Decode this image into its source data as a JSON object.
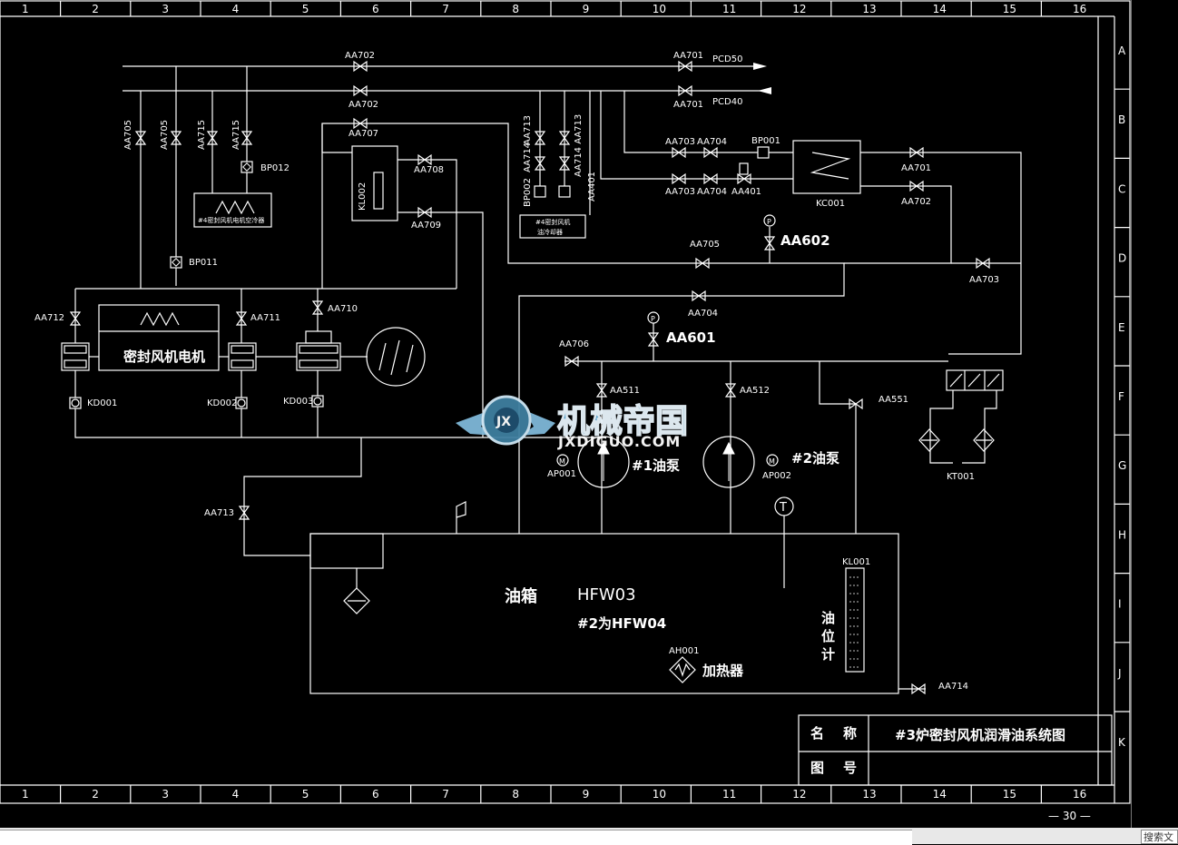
{
  "grid": {
    "columns": [
      "1",
      "2",
      "3",
      "4",
      "5",
      "6",
      "7",
      "8",
      "9",
      "10",
      "11",
      "12",
      "13",
      "14",
      "15",
      "16"
    ],
    "rows": [
      "A",
      "B",
      "C",
      "D",
      "E",
      "F",
      "G",
      "H",
      "I",
      "J",
      "K"
    ]
  },
  "title_block": {
    "name_label_1": "名",
    "name_label_2": "称",
    "number_label_1": "图",
    "number_label_2": "号",
    "title": "#3炉密封风机润滑油系统图",
    "page": "— 30 —"
  },
  "pipes": {
    "pcd50": "PCD50",
    "pcd40": "PCD40"
  },
  "valves": {
    "aa702_top": "AA702",
    "aa701_top": "AA701",
    "aa702_second": "AA702",
    "aa701_second": "AA701",
    "aa705_a": "AA705",
    "aa705_b": "AA705",
    "aa715_a": "AA715",
    "aa715_b": "AA715",
    "aa707": "AA707",
    "aa708": "AA708",
    "aa709": "AA709",
    "aa714_a": "AA714",
    "aa713_a": "AA713",
    "aa714_713": "AA714 AA713",
    "aa401_a": "AA401",
    "aa703_a": "AA703",
    "aa704_a": "AA704",
    "aa703_b": "AA703",
    "aa704_b": "AA704",
    "aa401_b": "AA401",
    "aa701_right": "AA701",
    "aa702_right": "AA702",
    "aa705_mid": "AA705",
    "aa602": "AA602",
    "aa703_right": "AA703",
    "aa704_mid": "AA704",
    "aa712": "AA712",
    "aa711": "AA711",
    "aa710": "AA710",
    "aa706": "AA706",
    "aa601": "AA601",
    "aa511": "AA511",
    "aa512": "AA512",
    "aa551": "AA551",
    "aa713_low": "AA713",
    "aa714_low": "AA714"
  },
  "components": {
    "bp012": "BP012",
    "bp011": "BP011",
    "bp001": "BP001",
    "bp002": "BP002",
    "kl002": "KL002",
    "kc001": "KC001",
    "kd001": "KD001",
    "kd002": "KD002",
    "kd003": "KD003",
    "kt001": "KT001",
    "kl001": "KL001",
    "ap001": "AP001",
    "ap002": "AP002",
    "ah001": "AH001",
    "cooler_left": "#4密封风机电机空冷器",
    "cooler_mid_1": "#4密封风机",
    "cooler_mid_2": "油冷却器",
    "motor_label": "密封风机电机",
    "pump1": "#1油泵",
    "pump2": "#2油泵",
    "tank": "油箱",
    "tank_model": "HFW03",
    "tank_model_2": "#2为HFW04",
    "heater": "加热器",
    "level_1": "油",
    "level_2": "位",
    "level_3": "计"
  },
  "watermark": {
    "cn": "机械帝国",
    "url": "JXDIGUO.COM",
    "logo": "JX"
  },
  "statusbar": {
    "search": "搜索文"
  }
}
